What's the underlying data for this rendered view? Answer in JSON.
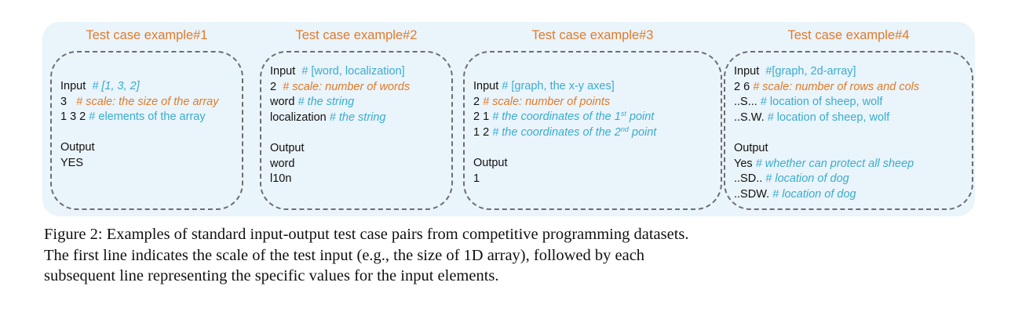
{
  "cases": [
    {
      "title": "Test case example#1",
      "lines": [
        {
          "segments": [
            {
              "text": "Input  ",
              "style": "plain"
            },
            {
              "text": "# [1, 3, 2]",
              "style": "blue-italic"
            }
          ]
        },
        {
          "segments": [
            {
              "text": "3   ",
              "style": "plain"
            },
            {
              "text": "# scale: the size of the array",
              "style": "orange-italic"
            }
          ]
        },
        {
          "segments": [
            {
              "text": "1 3 2 ",
              "style": "plain"
            },
            {
              "text": "# elements of the array",
              "style": "blue"
            }
          ]
        },
        {
          "segments": []
        },
        {
          "segments": [
            {
              "text": "Output",
              "style": "plain"
            }
          ]
        },
        {
          "segments": [
            {
              "text": "YES",
              "style": "plain"
            }
          ]
        }
      ]
    },
    {
      "title": "Test case example#2",
      "lines": [
        {
          "segments": [
            {
              "text": "Input  ",
              "style": "plain"
            },
            {
              "text": "# [word, localization]",
              "style": "blue"
            }
          ]
        },
        {
          "segments": [
            {
              "text": "2  ",
              "style": "plain"
            },
            {
              "text": "# scale: number of words",
              "style": "orange-italic"
            }
          ]
        },
        {
          "segments": [
            {
              "text": "word ",
              "style": "plain"
            },
            {
              "text": "# the string",
              "style": "blue-italic"
            }
          ]
        },
        {
          "segments": [
            {
              "text": "localization ",
              "style": "plain"
            },
            {
              "text": "# the string",
              "style": "blue-italic"
            }
          ]
        },
        {
          "segments": []
        },
        {
          "segments": [
            {
              "text": "Output",
              "style": "plain"
            }
          ]
        },
        {
          "segments": [
            {
              "text": "word",
              "style": "plain"
            }
          ]
        },
        {
          "segments": [
            {
              "text": "l10n",
              "style": "plain"
            }
          ]
        }
      ]
    },
    {
      "title": "Test case example#3",
      "lines": [
        {
          "segments": [
            {
              "text": "Input ",
              "style": "plain"
            },
            {
              "text": "# [graph, the x-y axes]",
              "style": "blue"
            }
          ]
        },
        {
          "segments": [
            {
              "text": "2 ",
              "style": "plain"
            },
            {
              "text": "# scale: number of points",
              "style": "orange-italic"
            }
          ]
        },
        {
          "segments": [
            {
              "text": "2 1 ",
              "style": "plain"
            },
            {
              "text": "# the coordinates of the 1",
              "style": "blue-italic"
            },
            {
              "text": "st",
              "style": "blue-italic-sup"
            },
            {
              "text": " point",
              "style": "blue-italic"
            }
          ]
        },
        {
          "segments": [
            {
              "text": "1 2 ",
              "style": "plain"
            },
            {
              "text": "# the coordinates of the 2",
              "style": "blue-italic"
            },
            {
              "text": "nd",
              "style": "blue-italic-sup"
            },
            {
              "text": " point",
              "style": "blue-italic"
            }
          ]
        },
        {
          "segments": []
        },
        {
          "segments": [
            {
              "text": "Output",
              "style": "plain"
            }
          ]
        },
        {
          "segments": [
            {
              "text": "1",
              "style": "plain"
            }
          ]
        }
      ]
    },
    {
      "title": "Test case example#4",
      "lines": [
        {
          "segments": [
            {
              "text": "Input  ",
              "style": "plain"
            },
            {
              "text": "#[graph, 2d-array]",
              "style": "blue"
            }
          ]
        },
        {
          "segments": [
            {
              "text": "2 6 ",
              "style": "plain"
            },
            {
              "text": "# scale: number of rows and cols",
              "style": "orange-italic"
            }
          ]
        },
        {
          "segments": [
            {
              "text": "..S... ",
              "style": "plain"
            },
            {
              "text": "# location of sheep, wolf",
              "style": "blue"
            }
          ]
        },
        {
          "segments": [
            {
              "text": "..S.W. ",
              "style": "plain"
            },
            {
              "text": "# location of sheep, wolf",
              "style": "blue"
            }
          ]
        },
        {
          "segments": []
        },
        {
          "segments": [
            {
              "text": "Output",
              "style": "plain"
            }
          ]
        },
        {
          "segments": [
            {
              "text": "Yes ",
              "style": "plain"
            },
            {
              "text": "# whether can protect all sheep",
              "style": "blue-italic"
            }
          ]
        },
        {
          "segments": [
            {
              "text": "..SD.. ",
              "style": "plain"
            },
            {
              "text": "# location of dog",
              "style": "blue-italic"
            }
          ]
        },
        {
          "segments": [
            {
              "text": "..SDW. ",
              "style": "plain"
            },
            {
              "text": "# location of dog",
              "style": "blue-italic"
            }
          ]
        }
      ]
    }
  ],
  "caption": {
    "lines": [
      "Figure 2: Examples of standard input-output test case pairs from competitive programming datasets.",
      "The first line indicates the scale of the test input (e.g., the size of 1D array), followed by each",
      "subsequent line representing the specific values for the input elements."
    ]
  }
}
